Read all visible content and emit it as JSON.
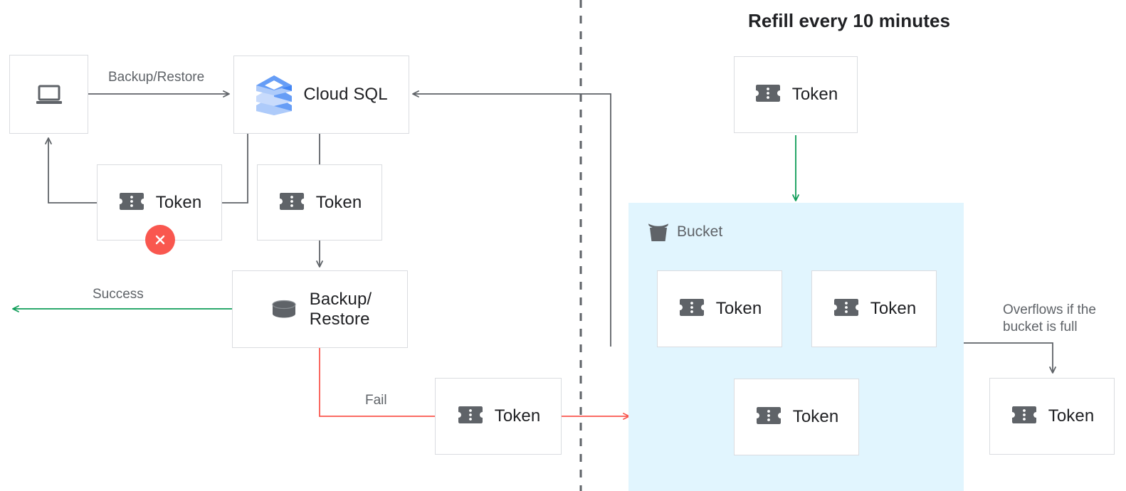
{
  "title": "Refill every 10 minutes",
  "colors": {
    "line_gray": "#5f6368",
    "line_green": "#0f9d58",
    "line_red": "#f9574f",
    "bucket_bg": "#e1f5fe",
    "box_border": "#dadce0",
    "icon_gray": "#5f6368",
    "text_dark": "#202124",
    "text_muted": "#5f6368",
    "cloudsql_blue": "#4285f4",
    "cloudsql_blue_light": "#aecbfa"
  },
  "nodes": {
    "client": {
      "label": "",
      "icon": "laptop-icon"
    },
    "cloud_sql": {
      "label": "Cloud SQL",
      "icon": "cloud-sql-icon"
    },
    "token_failed": {
      "label": "Token",
      "icon": "token-icon",
      "badge": "error-x-icon"
    },
    "token_consumed": {
      "label": "Token",
      "icon": "token-icon"
    },
    "backup_restore": {
      "label": "Backup/\nRestore",
      "icon": "database-icon"
    },
    "token_fail_return": {
      "label": "Token",
      "icon": "token-icon"
    },
    "token_refill": {
      "label": "Token",
      "icon": "token-icon"
    },
    "bucket_token_1": {
      "label": "Token",
      "icon": "token-icon"
    },
    "bucket_token_2": {
      "label": "Token",
      "icon": "token-icon"
    },
    "bucket_token_3": {
      "label": "Token",
      "icon": "token-icon"
    },
    "token_overflow": {
      "label": "Token",
      "icon": "token-icon"
    }
  },
  "bucket": {
    "title": "Bucket",
    "icon": "bucket-icon"
  },
  "edge_labels": {
    "backup_restore": "Backup/Restore",
    "success": "Success",
    "fail": "Fail",
    "overflow": "Overflows if the\nbucket is full"
  }
}
